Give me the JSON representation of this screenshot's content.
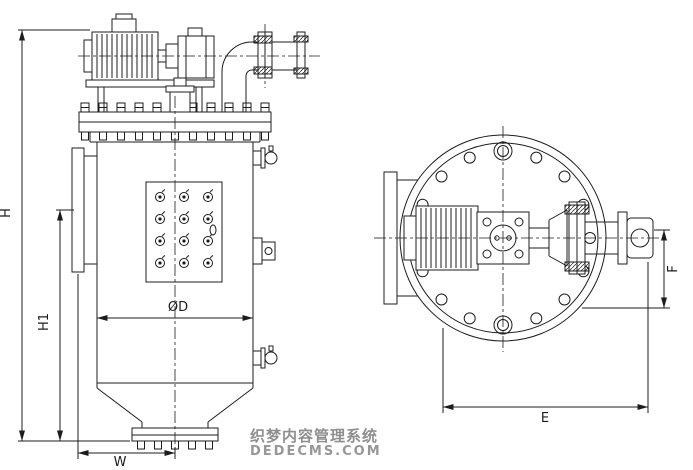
{
  "colors": {
    "line": "#1c1c1c",
    "watermark": "#8e8e8e"
  },
  "dims": {
    "h": "H",
    "h1": "H1",
    "w": "W",
    "d": "ØD",
    "e": "E",
    "f": "F"
  },
  "watermark": {
    "line1": "织梦内容管理系统",
    "line2": "DEDECMS.COM"
  }
}
